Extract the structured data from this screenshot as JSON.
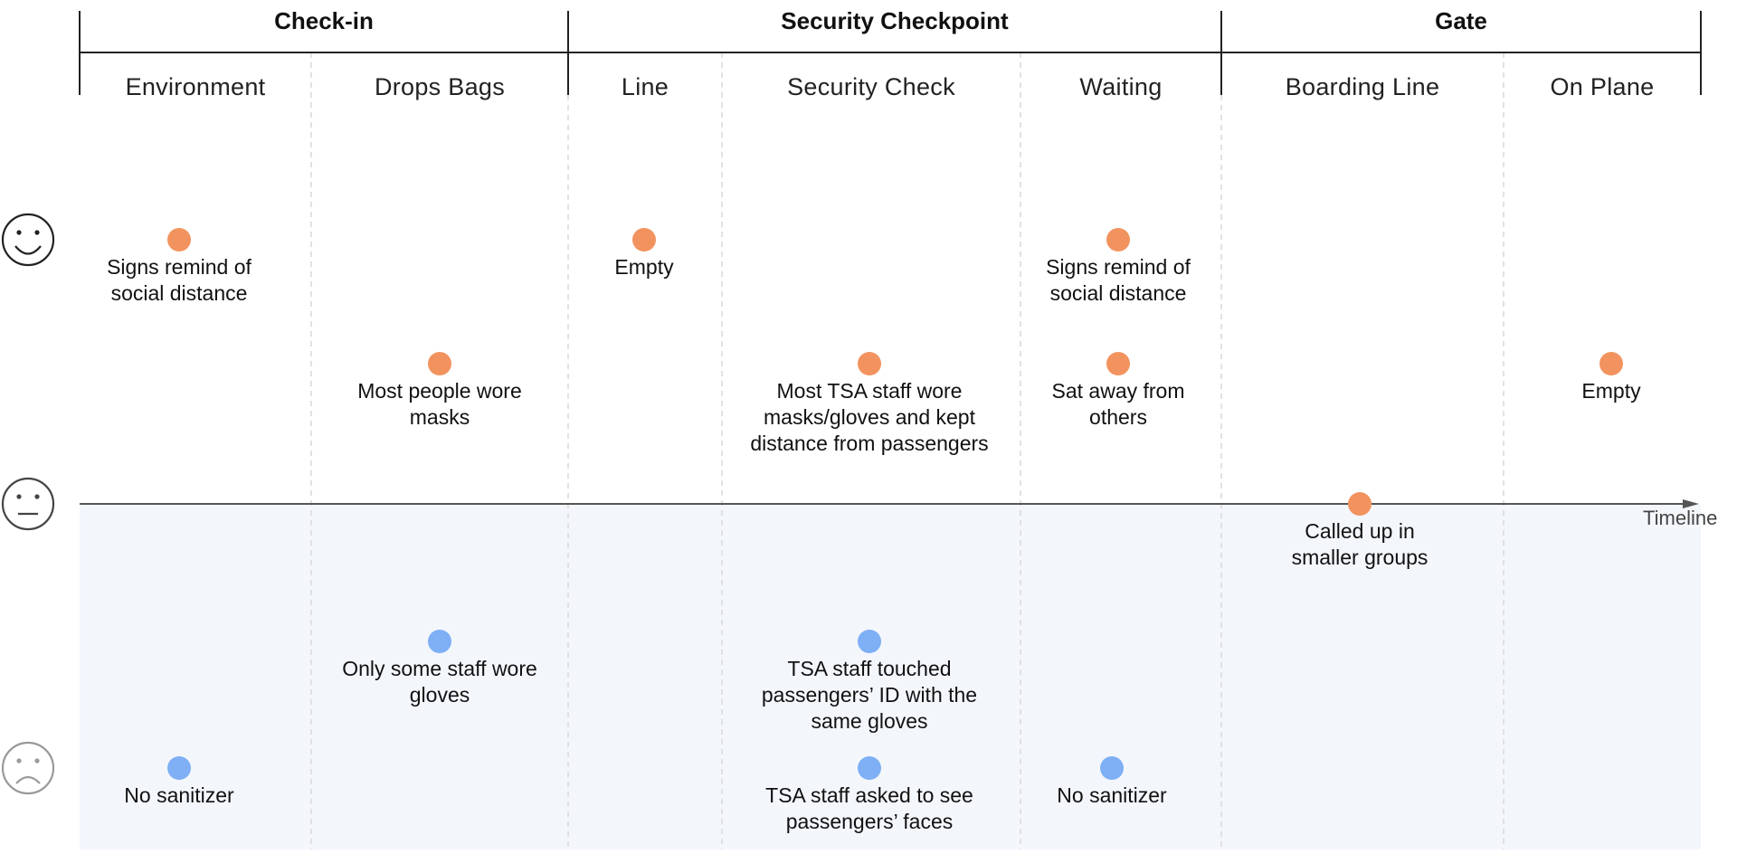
{
  "colors": {
    "positive_dot": "#F2935F",
    "negative_dot": "#7FAFF5",
    "negative_zone": "#F3F7FC",
    "axis": "#555555",
    "divider": "#D9D9D9"
  },
  "icons": {
    "happy": "happy-face-icon",
    "neutral": "neutral-face-icon",
    "sad": "sad-face-icon"
  },
  "phases": [
    {
      "label": "Check-in"
    },
    {
      "label": "Security Checkpoint"
    },
    {
      "label": "Gate"
    }
  ],
  "stages": [
    {
      "label": "Environment"
    },
    {
      "label": "Drops Bags"
    },
    {
      "label": "Line"
    },
    {
      "label": "Security Check"
    },
    {
      "label": "Waiting"
    },
    {
      "label": "Boarding Line"
    },
    {
      "label": "On Plane"
    }
  ],
  "axis_label": "Timeline",
  "observations": [
    {
      "stage": "Environment",
      "sentiment": "positive",
      "level": 2,
      "text": "Signs remind of social distance"
    },
    {
      "stage": "Environment",
      "sentiment": "negative",
      "level": -2,
      "text": "No sanitizer"
    },
    {
      "stage": "Drops Bags",
      "sentiment": "positive",
      "level": 1,
      "text": "Most people wore masks"
    },
    {
      "stage": "Drops Bags",
      "sentiment": "negative",
      "level": -1,
      "text": "Only some staff wore gloves"
    },
    {
      "stage": "Line",
      "sentiment": "positive",
      "level": 2,
      "text": "Empty"
    },
    {
      "stage": "Security Check",
      "sentiment": "positive",
      "level": 1,
      "text": "Most TSA staff wore masks/gloves and kept distance from passengers"
    },
    {
      "stage": "Security Check",
      "sentiment": "negative",
      "level": -1,
      "text": "TSA staff touched passengers’ ID with the same gloves"
    },
    {
      "stage": "Security Check",
      "sentiment": "negative",
      "level": -2,
      "text": "TSA staff asked to see passengers’ faces"
    },
    {
      "stage": "Waiting",
      "sentiment": "positive",
      "level": 2,
      "text": "Signs remind of social distance"
    },
    {
      "stage": "Waiting",
      "sentiment": "positive",
      "level": 1,
      "text": "Sat away from others"
    },
    {
      "stage": "Waiting",
      "sentiment": "negative",
      "level": -2,
      "text": "No sanitizer"
    },
    {
      "stage": "Boarding Line",
      "sentiment": "neutral",
      "level": 0,
      "text": "Called up in smaller groups"
    },
    {
      "stage": "On Plane",
      "sentiment": "positive",
      "level": 1,
      "text": "Empty"
    }
  ]
}
